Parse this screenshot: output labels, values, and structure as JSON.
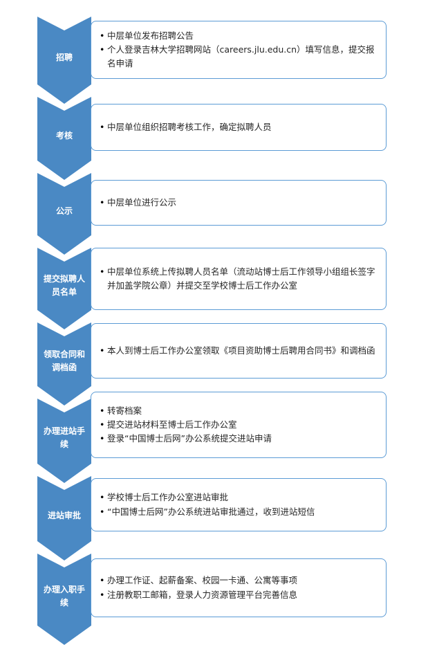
{
  "diagram": {
    "accent_color": "#4A89C4",
    "border_color": "#5B9BD5",
    "bullet_char": "•",
    "steps": [
      {
        "label": "招聘",
        "bullets": [
          "中层单位发布招聘公告",
          "个人登录吉林大学招聘网站（careers.jlu.edu.cn）填写信息，提交报名申请"
        ]
      },
      {
        "label": "考核",
        "bullets": [
          "中层单位组织招聘考核工作，确定拟聘人员"
        ]
      },
      {
        "label": "公示",
        "bullets": [
          "中层单位进行公示"
        ]
      },
      {
        "label": "提交拟聘人员名单",
        "bullets": [
          "中层单位系统上传拟聘人员名单（流动站博士后工作领导小组组长签字并加盖学院公章）并提交至学校博士后工作办公室"
        ]
      },
      {
        "label": "领取合同和调档函",
        "bullets": [
          "本人到博士后工作办公室领取《项目资助博士后聘用合同书》和调档函"
        ]
      },
      {
        "label": "办理进站手续",
        "bullets": [
          "转寄档案",
          "提交进站材料至博士后工作办公室",
          "登录“中国博士后网”办公系统提交进站申请"
        ]
      },
      {
        "label": "进站审批",
        "bullets": [
          "学校博士后工作办公室进站审批",
          "“中国博士后网”办公系统进站审批通过，收到进站短信"
        ]
      },
      {
        "label": "办理入职手续",
        "bullets": [
          "办理工作证、起薪备案、校园一卡通、公寓等事项",
          "注册教职工邮箱，登录人力资源管理平台完善信息"
        ]
      }
    ]
  }
}
